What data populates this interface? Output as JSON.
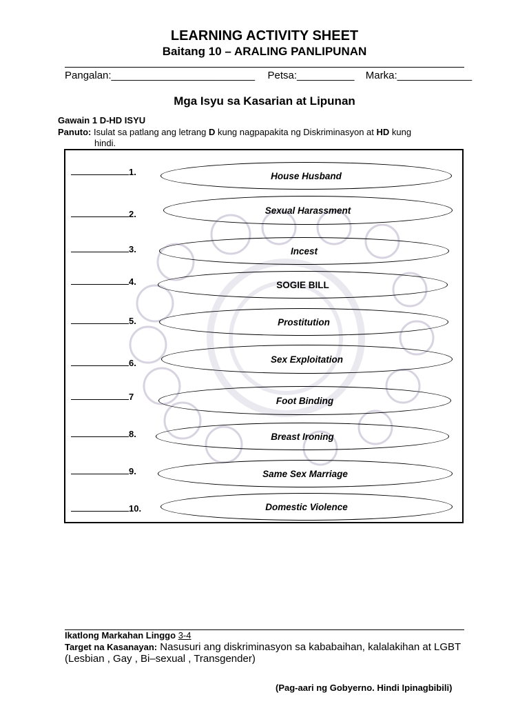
{
  "header": {
    "title": "LEARNING ACTIVITY SHEET",
    "subtitle": "Baitang 10 – ARALING PANLIPUNAN"
  },
  "fields": {
    "name_label": "Pangalan:_________________________",
    "date_label": "Petsa:__________",
    "score_label": "Marka:_____________"
  },
  "topic": "Mga Isyu sa Kasarian at Lipunan",
  "activity": {
    "title": "Gawain 1 D-HD ISYU",
    "instruction_label": "Panuto:",
    "instruction_text_a": "Isulat sa patlang ang letrang ",
    "letter_d": "D",
    "instruction_text_b": " kung nagpapakita ng Diskriminasyon at ",
    "letter_hd": "HD",
    "instruction_text_c": " kung",
    "instruction_text_d": "hindi."
  },
  "items": [
    {
      "num": "1.",
      "label": "House Husband"
    },
    {
      "num": "2.",
      "label": "Sexual Harassment"
    },
    {
      "num": "3.",
      "label": "Incest"
    },
    {
      "num": "4.",
      "label": "SOGIE BILL"
    },
    {
      "num": "5.",
      "label": "Prostitution"
    },
    {
      "num": "6.",
      "label": "Sex Exploitation"
    },
    {
      "num": "7",
      "label": "Foot Binding"
    },
    {
      "num": "8.",
      "label": "Breast Ironing"
    },
    {
      "num": "9.",
      "label": "Same Sex Marriage"
    },
    {
      "num": "10.",
      "label": "Domestic Violence"
    }
  ],
  "footer": {
    "quarter_label": "Ikatlong Markahan Linggo ",
    "week": "3-4",
    "target_label": "Target na Kasanayan:",
    "target_text": " Nasusuri ang diskriminasyon sa kababaihan, kalalakihan at LGBT (Lesbian , Gay , Bi–sexual , Transgender)",
    "ownership": "(Pag-aari ng Gobyerno. Hindi Ipinagbibili)"
  }
}
